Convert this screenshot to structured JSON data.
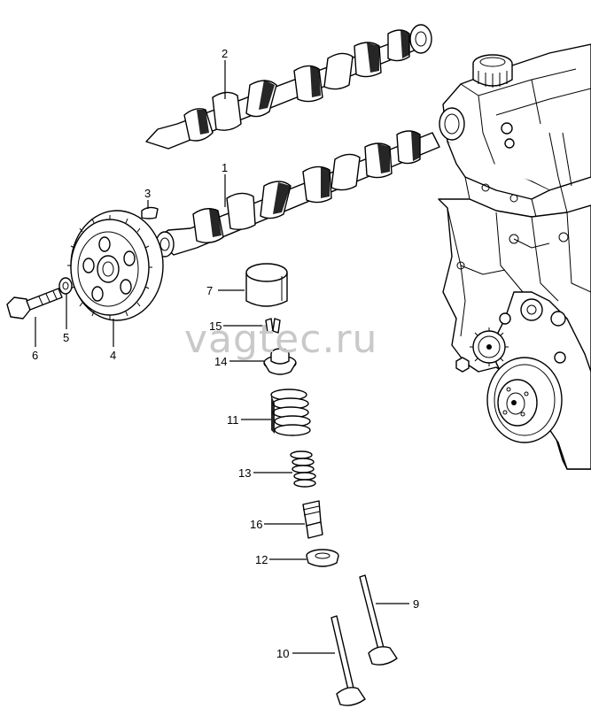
{
  "watermark": "vagtec.ru",
  "callouts": [
    {
      "id": "1",
      "label": "1"
    },
    {
      "id": "2",
      "label": "2"
    },
    {
      "id": "3",
      "label": "3"
    },
    {
      "id": "4",
      "label": "4"
    },
    {
      "id": "5",
      "label": "5"
    },
    {
      "id": "6",
      "label": "6"
    },
    {
      "id": "7",
      "label": "7"
    },
    {
      "id": "9",
      "label": "9"
    },
    {
      "id": "10",
      "label": "10"
    },
    {
      "id": "11",
      "label": "11"
    },
    {
      "id": "12",
      "label": "12"
    },
    {
      "id": "13",
      "label": "13"
    },
    {
      "id": "14",
      "label": "14"
    },
    {
      "id": "15",
      "label": "15"
    },
    {
      "id": "16",
      "label": "16"
    }
  ]
}
